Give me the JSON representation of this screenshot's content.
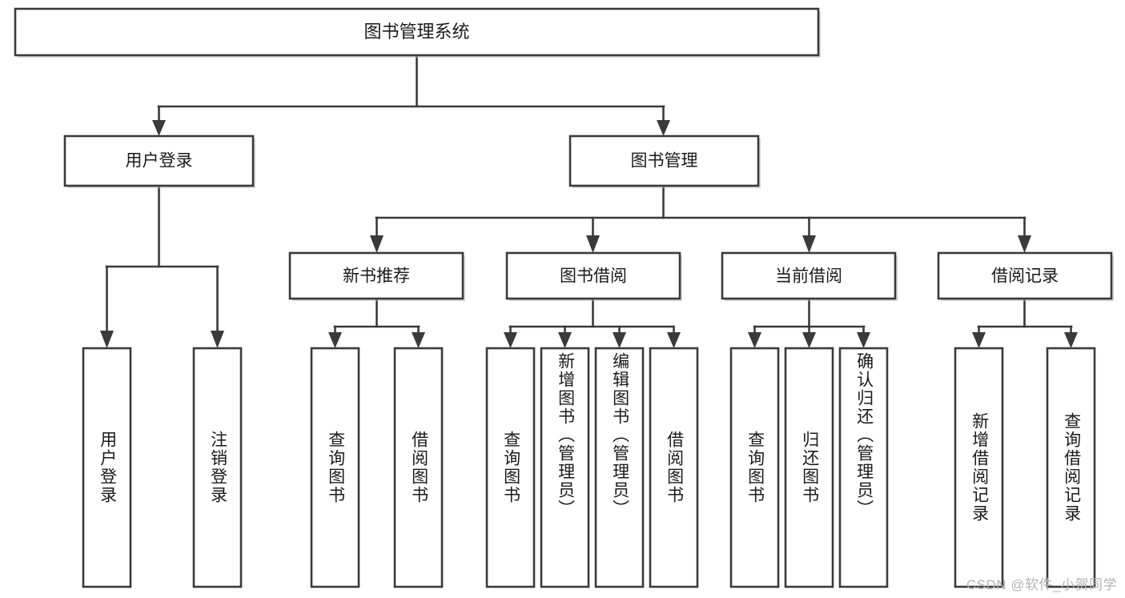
{
  "diagram": {
    "title": "图书管理系统",
    "type": "tree",
    "orientation": "top-down",
    "root": {
      "id": "root",
      "label": "图书管理系统",
      "level": 0
    },
    "level1": [
      {
        "id": "user-login",
        "label": "用户登录"
      },
      {
        "id": "book-manage",
        "label": "图书管理"
      }
    ],
    "level2": [
      {
        "id": "new-book-recommend",
        "label": "新书推荐",
        "parent": "book-manage"
      },
      {
        "id": "book-borrow",
        "label": "图书借阅",
        "parent": "book-manage"
      },
      {
        "id": "current-borrow",
        "label": "当前借阅",
        "parent": "book-manage"
      },
      {
        "id": "borrow-record",
        "label": "借阅记录",
        "parent": "book-manage"
      }
    ],
    "leaves": [
      {
        "id": "leaf-user-login",
        "label": "用户登录",
        "parent": "user-login"
      },
      {
        "id": "leaf-user-logout",
        "label": "注销登录",
        "parent": "user-login"
      },
      {
        "id": "leaf-query-book-1",
        "label": "查询图书",
        "parent": "new-book-recommend"
      },
      {
        "id": "leaf-borrow-book-1",
        "label": "借阅图书",
        "parent": "new-book-recommend"
      },
      {
        "id": "leaf-query-book-2",
        "label": "查询图书",
        "parent": "book-borrow"
      },
      {
        "id": "leaf-add-book",
        "label": "新增图书（管理员）",
        "parent": "book-borrow"
      },
      {
        "id": "leaf-edit-book",
        "label": "编辑图书（管理员）",
        "parent": "book-borrow"
      },
      {
        "id": "leaf-borrow-book-2",
        "label": "借阅图书",
        "parent": "book-borrow"
      },
      {
        "id": "leaf-query-book-3",
        "label": "查询图书",
        "parent": "current-borrow"
      },
      {
        "id": "leaf-return-book",
        "label": "归还图书",
        "parent": "current-borrow"
      },
      {
        "id": "leaf-confirm-return",
        "label": "确认归还（管理员）",
        "parent": "current-borrow"
      },
      {
        "id": "leaf-add-record",
        "label": "新增借阅记录",
        "parent": "borrow-record"
      },
      {
        "id": "leaf-query-record",
        "label": "查询借阅记录",
        "parent": "borrow-record"
      }
    ],
    "colors": {
      "box_fill": "#ffffff",
      "box_stroke": "#3a3a3a",
      "connector": "#3a3a3a",
      "text": "#1a1a1a",
      "background": "#ffffff",
      "watermark": "#b4b4b4"
    }
  },
  "watermark": {
    "text": "CSDN @软件_小贺同学"
  }
}
